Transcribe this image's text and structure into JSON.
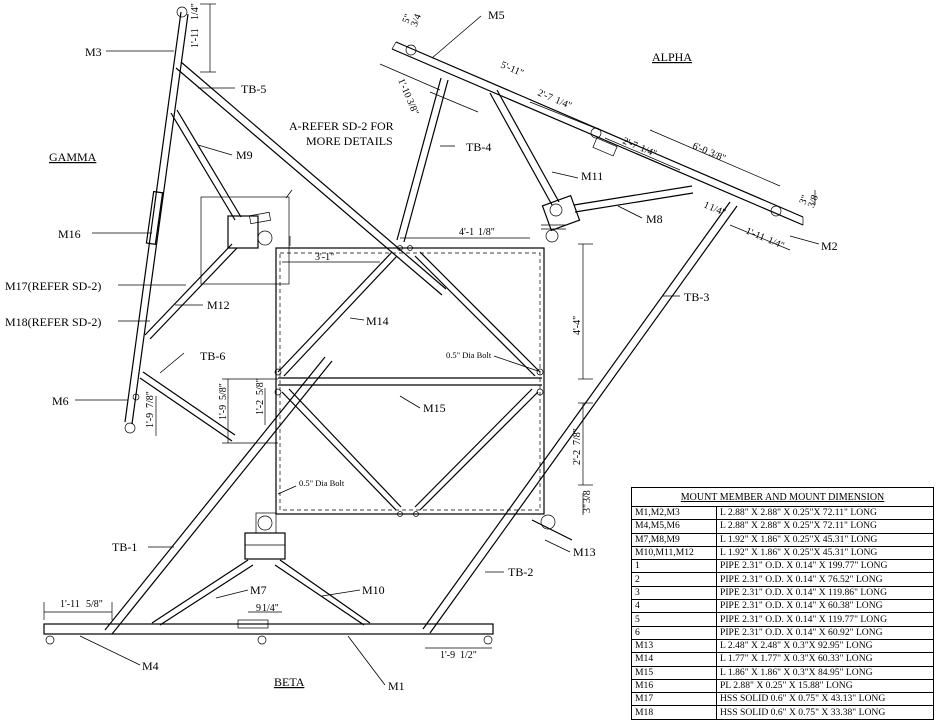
{
  "sections": {
    "alpha": "ALPHA",
    "beta": "BETA",
    "gamma": "GAMMA"
  },
  "callouts": {
    "m1": "M1",
    "m2": "M2",
    "m3": "M3",
    "m4": "M4",
    "m5": "M5",
    "m6": "M6",
    "m7": "M7",
    "m8": "M8",
    "m9": "M9",
    "m10": "M10",
    "m11": "M11",
    "m12": "M12",
    "m13": "M13",
    "m14": "M14",
    "m15": "M15",
    "m16": "M16",
    "m17": "M17(REFER SD-2)",
    "m18": "M18(REFER SD-2)",
    "tb1": "TB-1",
    "tb2": "TB-2",
    "tb3": "TB-3",
    "tb4": "TB-4",
    "tb5": "TB-5",
    "tb6": "TB-6"
  },
  "detail_note": {
    "line1": "A-REFER SD-2 FOR",
    "line2": "MORE DETAILS"
  },
  "bolt_notes": {
    "upper": "0.5\" Dia Bolt",
    "lower": "0.5\" Dia Bolt"
  },
  "dimensions": {
    "m3_top": "1'-11",
    "m3_top_frac": "1/4\"",
    "alpha_top": "5\"",
    "alpha_top_frac": "3/4",
    "alpha_5_11": "5'-11\"",
    "alpha_1_10": "1'-10",
    "alpha_1_10_frac": "3/8\"",
    "alpha_2_7": "2'-7",
    "alpha_2_7_frac": "1/4\"",
    "alpha_2_7b": "2'-7",
    "alpha_2_7b_frac": "1/4\"",
    "alpha_6_0": "6'-0",
    "alpha_6_0_frac": "3/8\"",
    "alpha_right_end": "3\"",
    "alpha_right_end_frac": "3/8",
    "alpha_1_in": "1",
    "alpha_1_in_frac": "1/4\"",
    "alpha_1_11": "1'-11",
    "alpha_1_11_frac": "1/4\"",
    "frame_4_1": "4'-1",
    "frame_4_1_frac": "1/8\"",
    "frame_3_1": "3'-1\"",
    "frame_4_4": "4'-4\"",
    "frame_2_2": "2'-2",
    "frame_2_2_frac": "7/8\"",
    "frame_3": "3\"",
    "frame_3_frac": "3/8",
    "gamma_1_9": "1'-9",
    "gamma_1_9_frac": "5/8\"",
    "gamma_1_2": "1'-2",
    "gamma_1_2_frac": "5/8\"",
    "gamma_1_9b": "1'-9",
    "gamma_1_9b_frac": "7/8\"",
    "beta_1_11": "1'-11",
    "beta_1_11_frac": "5/8\"",
    "beta_9": "9",
    "beta_9_frac": "1/4\"",
    "beta_1_9": "1'-9",
    "beta_1_9_frac": "1/2\""
  },
  "schedule": {
    "title": "MOUNT MEMBER AND MOUNT DIMENSION",
    "rows": [
      {
        "mark": "M1,M2,M3",
        "desc": "L 2.88\" X 2.88\" X 0.25\"X 72.11\" LONG"
      },
      {
        "mark": "M4,M5,M6",
        "desc": "L 2.88\" X 2.88\" X 0.25\"X 72.11\" LONG"
      },
      {
        "mark": "M7,M8,M9",
        "desc": "L 1.92\" X 1.86\" X 0.25\"X 45.31\" LONG"
      },
      {
        "mark": "M10,M11,M12",
        "desc": "L 1.92\" X 1.86\" X 0.25\"X 45.31\" LONG"
      },
      {
        "mark": "1",
        "desc": "PIPE 2.31\" O.D. X 0.14\" X 199.77\" LONG"
      },
      {
        "mark": "2",
        "desc": "PIPE 2.31\" O.D. X 0.14\" X 76.52\" LONG"
      },
      {
        "mark": "3",
        "desc": "PIPE 2.31\" O.D. X 0.14\" X 119.86\" LONG"
      },
      {
        "mark": "4",
        "desc": "PIPE 2.31\" O.D. X 0.14\" X 60.38\" LONG"
      },
      {
        "mark": "5",
        "desc": "PIPE 2.31\" O.D. X 0.14\" X 119.77\" LONG"
      },
      {
        "mark": "6",
        "desc": "PIPE 2.31\" O.D. X 0.14\" X 60.92\" LONG"
      },
      {
        "mark": "M13",
        "desc": "L 2.48\" X 2.48\" X 0.3\"X 92.95\" LONG"
      },
      {
        "mark": "M14",
        "desc": "L 1.77\" X 1.77\" X 0.3\"X 60.33\" LONG"
      },
      {
        "mark": "M15",
        "desc": "L 1.86\" X 1.86\" X 0.3\"X 84.95\" LONG"
      },
      {
        "mark": "M16",
        "desc": "PL 2.88\" X 0.25\" X 15.88\" LONG"
      },
      {
        "mark": "M17",
        "desc": "HSS SOLID 0.6\" X 0.75\" X 43.13\" LONG"
      },
      {
        "mark": "M18",
        "desc": "HSS SOLID 0.6\" X 0.75\" X 33.38\" LONG"
      }
    ]
  }
}
